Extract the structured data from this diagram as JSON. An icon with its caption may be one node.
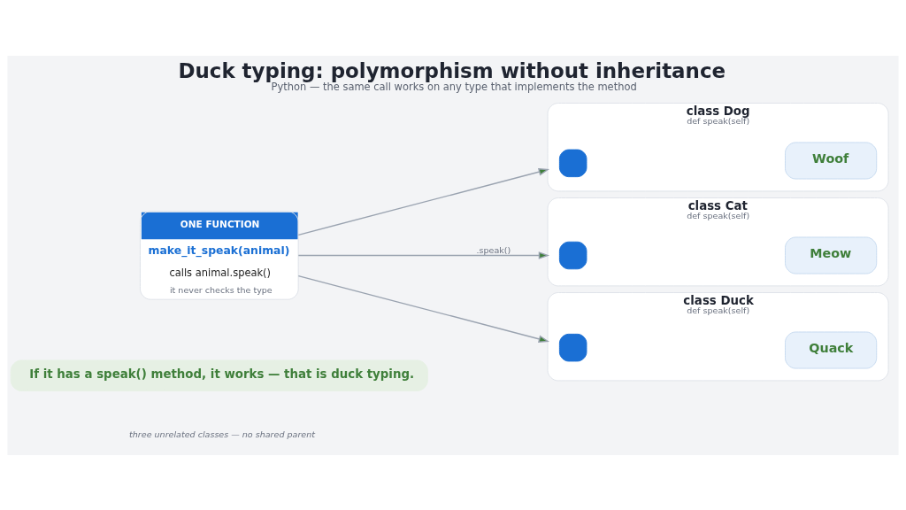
{
  "diagram": {
    "title": "Duck typing: polymorphism without inheritance",
    "caption": "Python — the same call works on any type that implements the method",
    "nodes": [
      {
        "text": [
          "ONE FUNCTION",
          "make_it_speak(animal)",
          "calls animal.speak()",
          "it never checks the type"
        ]
      },
      {
        "text": [
          "class Dog",
          "def speak(self)"
        ]
      },
      {
        "text": [],
        "shape": "box",
        "in": 1
      },
      {
        "text": [
          "Woof"
        ],
        "in": 1
      },
      {
        "text": [
          "class Cat",
          "def speak(self)"
        ]
      },
      {
        "text": [],
        "shape": "box",
        "in": 4
      },
      {
        "text": [
          "Meow"
        ],
        "in": 4
      },
      {
        "text": [
          "class Duck",
          "def speak(self)"
        ]
      },
      {
        "text": [],
        "shape": "box",
        "in": 7
      },
      {
        "text": [
          "Quack"
        ],
        "in": 7
      },
      {
        "text": [
          "If it has a speak() method, it works — that is duck typing."
        ]
      }
    ],
    "edges": [
      {
        "from": 0,
        "to": 1,
        "arrow": "to"
      },
      {
        "from": 0,
        "to": 4,
        "arrow": "to",
        "label": ".speak()"
      },
      {
        "from": 0,
        "to": 7,
        "arrow": "to"
      }
    ],
    "labels": [
      "three unrelated classes — no shared parent"
    ]
  }
}
